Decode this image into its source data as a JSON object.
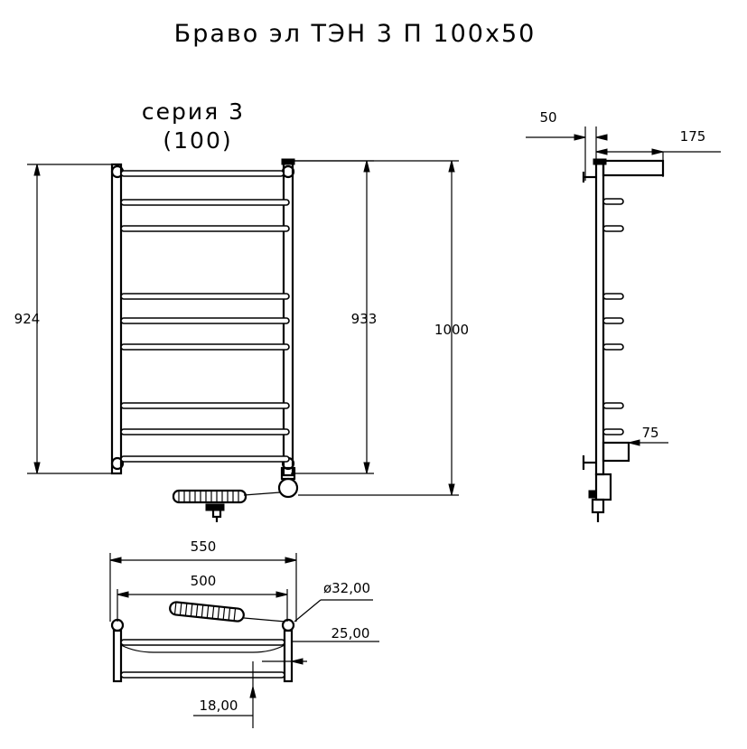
{
  "title": "Браво эл ТЭН 3 П 100x50",
  "series": {
    "line1": "серия 3",
    "line2": "(100)"
  },
  "front_view": {
    "dim_left": "924",
    "dim_mid": "933",
    "dim_right": "1000"
  },
  "side_view": {
    "dim_top_left": "50",
    "dim_top_right": "175",
    "dim_bottom": "75"
  },
  "top_view": {
    "dim_outer": "550",
    "dim_inner": "500",
    "dim_diameter": "ø32,00",
    "dim_offset": "25,00",
    "dim_bottom": "18,00"
  }
}
